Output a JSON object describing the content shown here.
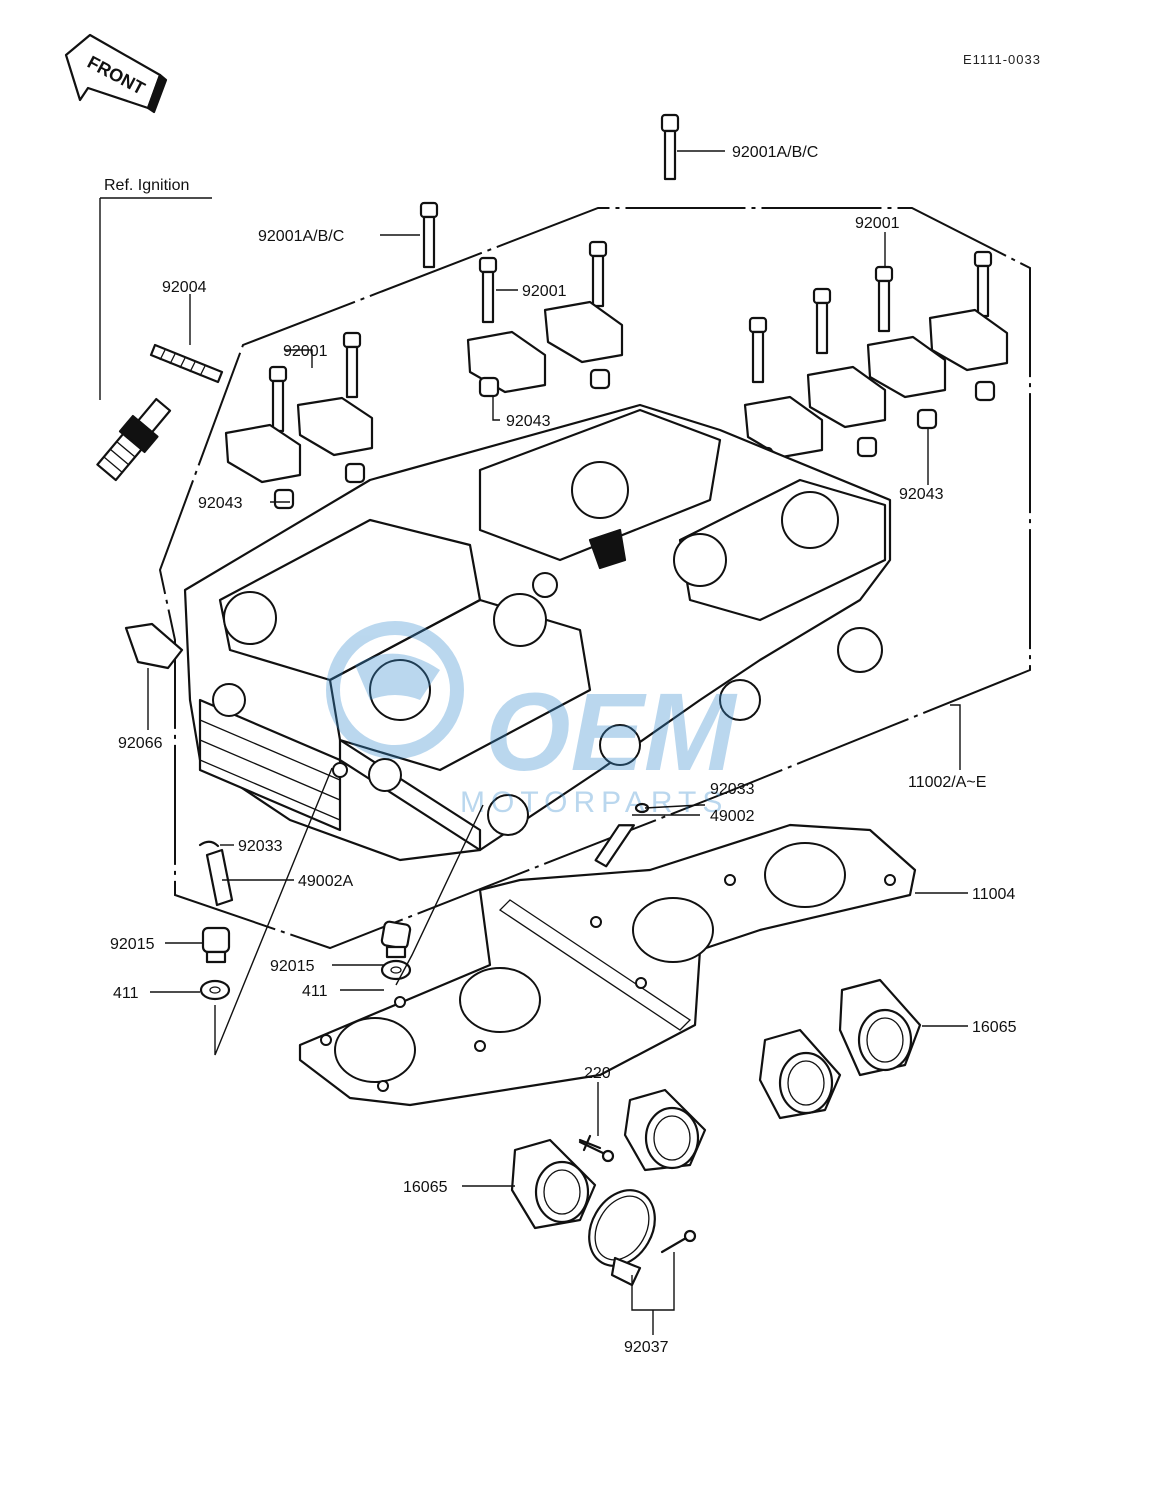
{
  "diagram": {
    "code": "E1111-0033",
    "front_label": "FRONT",
    "ref_label": "Ref. Ignition",
    "watermark": {
      "brand": "OEM",
      "sub": "MOTORPARTS"
    },
    "callouts": [
      "92001A/B/C",
      "92001A/B/C",
      "92001",
      "92001",
      "92001",
      "92004",
      "92043",
      "92043",
      "92043",
      "92066",
      "11002/A~E",
      "92033",
      "49002",
      "92033",
      "49002A",
      "11004",
      "92015",
      "92015",
      "411",
      "411",
      "16065",
      "220",
      "16065",
      "92037"
    ]
  }
}
